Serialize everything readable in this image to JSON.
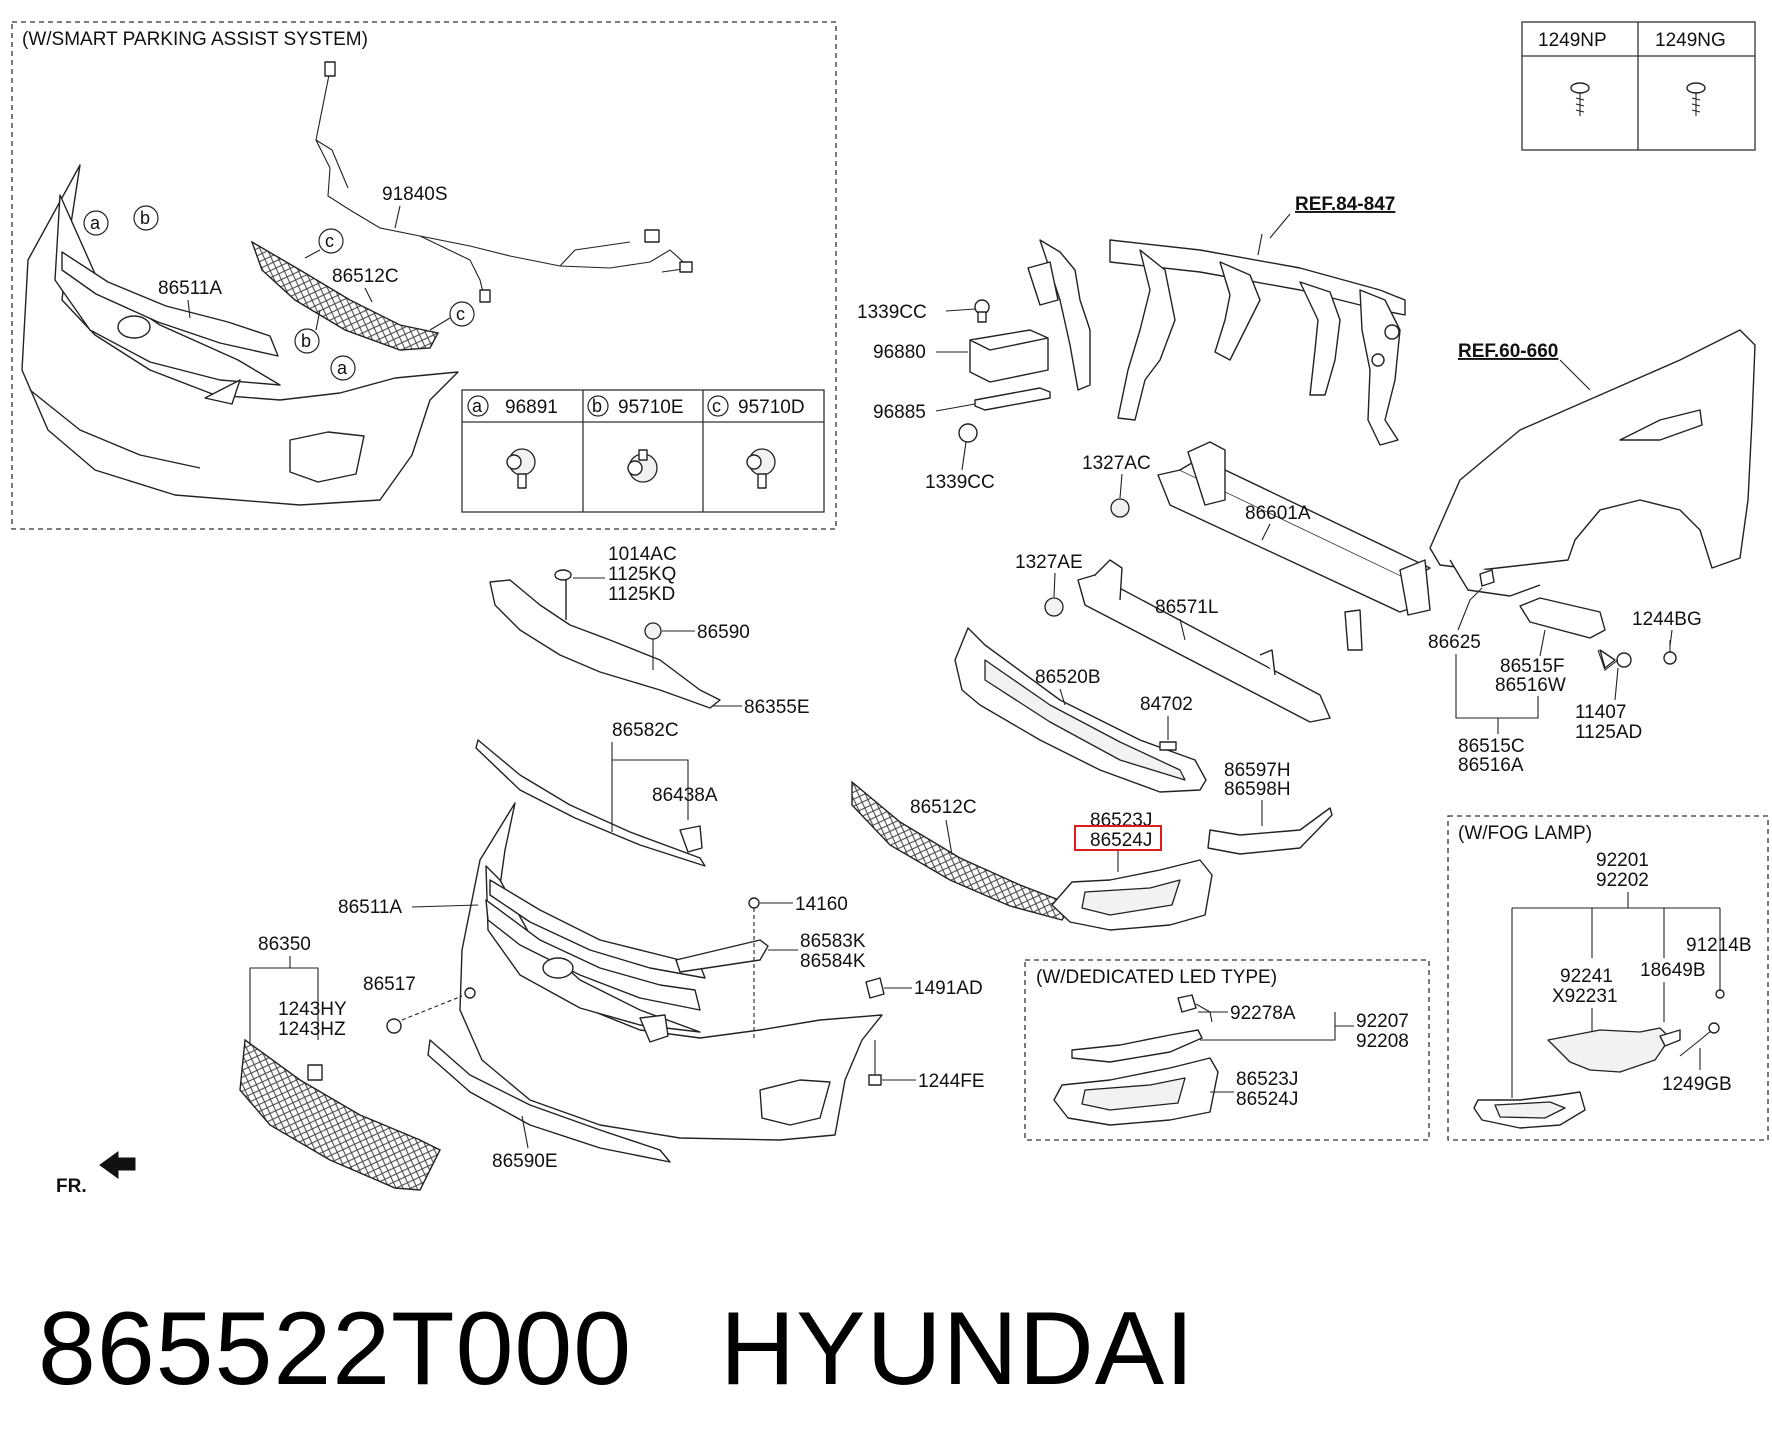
{
  "footer": {
    "part_number": "865522T000",
    "brand": "HYUNDAI"
  },
  "boxes": {
    "smart_parking": "(W/SMART PARKING ASSIST SYSTEM)",
    "led": "(W/DEDICATED LED TYPE)",
    "fog": "(W/FOG LAMP)"
  },
  "screw_table": {
    "col1": "1249NP",
    "col2": "1249NG"
  },
  "sensor_table": [
    {
      "letter": "a",
      "part": "96891"
    },
    {
      "letter": "b",
      "part": "95710E"
    },
    {
      "letter": "c",
      "part": "95710D"
    }
  ],
  "callout_letters": {
    "a": "a",
    "b": "b",
    "c": "c"
  },
  "refs": {
    "frame": "REF.84-847",
    "fender": "REF.60-660"
  },
  "fr_marker": "FR.",
  "labels": {
    "p91840S": "91840S",
    "p86511A": "86511A",
    "p86512C": "86512C",
    "p1339CC": "1339CC",
    "p96880": "96880",
    "p96885": "96885",
    "p1327AC": "1327AC",
    "p86601A": "86601A",
    "p1327AE": "1327AE",
    "p86571L": "86571L",
    "p1014AC": "1014AC",
    "p1125KQ": "1125KQ",
    "p1125KD": "1125KD",
    "p86590": "86590",
    "p86355E": "86355E",
    "p86520B": "86520B",
    "p84702": "84702",
    "p86582C": "86582C",
    "p86438A": "86438A",
    "p86597H": "86597H",
    "p86598H": "86598H",
    "p86523J": "86523J",
    "p86524J": "86524J",
    "p14160": "14160",
    "p86583K": "86583K",
    "p86584K": "86584K",
    "p86350": "86350",
    "p86517": "86517",
    "p1243HY": "1243HY",
    "p1243HZ": "1243HZ",
    "p1491AD": "1491AD",
    "p1244FE": "1244FE",
    "p86590E": "86590E",
    "p86625": "86625",
    "p86515F": "86515F",
    "p86516W": "86516W",
    "p1244BG": "1244BG",
    "p11407": "11407",
    "p1125AD": "1125AD",
    "p86515C": "86515C",
    "p86516A": "86516A",
    "p92278A": "92278A",
    "p92207": "92207",
    "p92208": "92208",
    "p92201": "92201",
    "p92202": "92202",
    "p91214B": "91214B",
    "p92241": "92241",
    "pX92231": "X92231",
    "p18649B": "18649B",
    "p1249GB": "1249GB"
  },
  "highlight_color": "#e01b1b"
}
